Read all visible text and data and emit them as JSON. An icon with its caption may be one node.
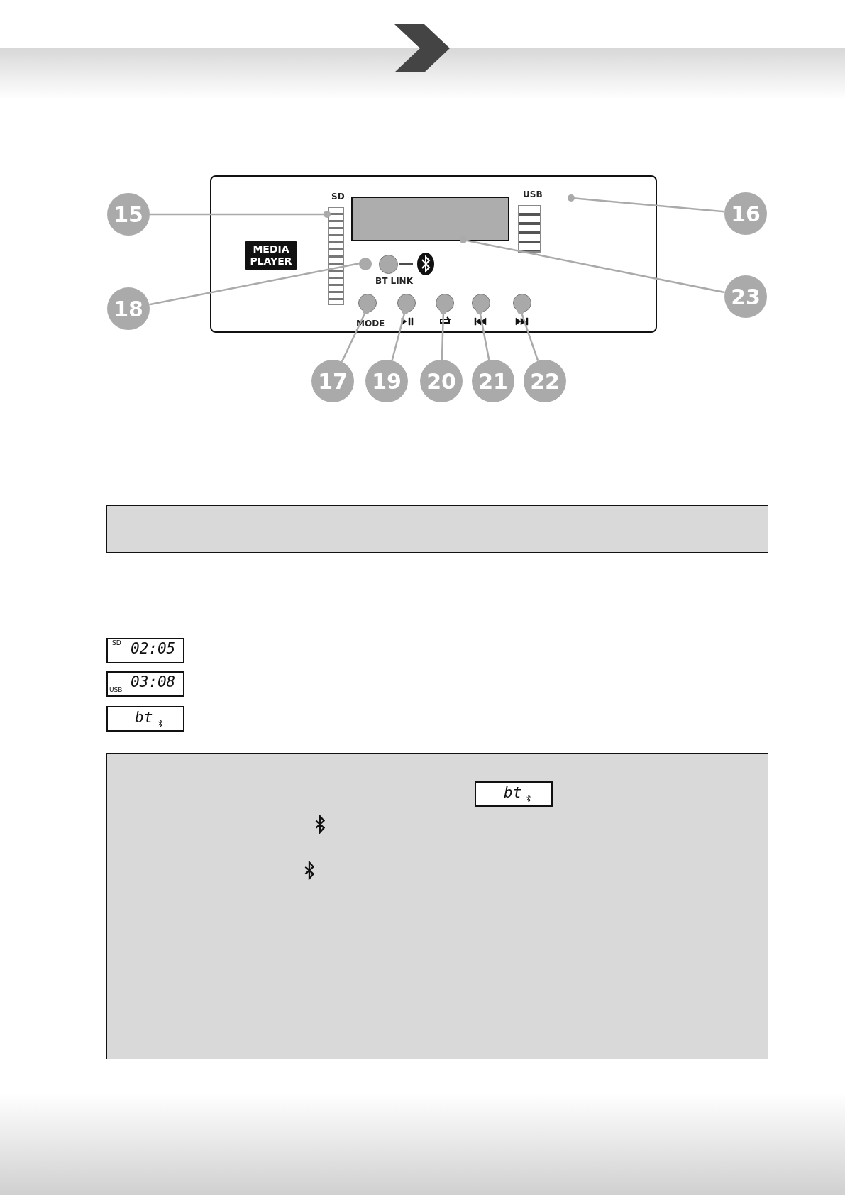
{
  "diagram": {
    "nodes": [
      {
        "text": [],
        "shape": "box"
      },
      {
        "text": [
          "15"
        ]
      },
      {
        "text": [],
        "shape": "box",
        "in": 0
      },
      {
        "text": [
          "16"
        ]
      },
      {
        "text": [
          "18"
        ]
      },
      {
        "text": [],
        "shape": "circle",
        "in": 0
      },
      {
        "text": [
          "23"
        ]
      },
      {
        "text": [],
        "shape": "box",
        "in": 0
      },
      {
        "text": [
          "17"
        ]
      },
      {
        "text": [],
        "shape": "circle",
        "in": 0
      },
      {
        "text": [
          "19"
        ]
      },
      {
        "text": [],
        "shape": "circle",
        "in": 0
      },
      {
        "text": [
          "20"
        ]
      },
      {
        "text": [],
        "shape": "circle",
        "in": 0
      },
      {
        "text": [
          "21"
        ]
      },
      {
        "text": [],
        "shape": "circle",
        "in": 0
      },
      {
        "text": [
          "22"
        ]
      },
      {
        "text": [],
        "shape": "circle",
        "in": 0
      },
      {
        "text": [],
        "shape": "circle",
        "in": 0
      },
      {
        "text": [],
        "shape": "box"
      },
      {
        "text": [],
        "shape": "box"
      }
    ],
    "edges": [
      {
        "from": 1,
        "to": 2,
        "arrow": "other"
      },
      {
        "from": 3,
        "to": 0,
        "arrow": "other"
      },
      {
        "from": 4,
        "to": 5,
        "arrow": "other"
      },
      {
        "from": 6,
        "to": 7,
        "arrow": "other"
      },
      {
        "from": 8,
        "to": 9,
        "arrow": "other"
      },
      {
        "from": 10,
        "to": 11,
        "arrow": "other"
      },
      {
        "from": 12,
        "to": 13,
        "arrow": "other"
      },
      {
        "from": 14,
        "to": 15,
        "arrow": "other"
      },
      {
        "from": 16,
        "to": 17,
        "arrow": "other"
      }
    ],
    "labels": [
      "SD",
      "USB",
      "MEDIA PLAYER",
      "BT LINK",
      "MODE",
      "SD",
      "02:05",
      "USB",
      "03:08",
      "bt",
      "bt"
    ]
  }
}
